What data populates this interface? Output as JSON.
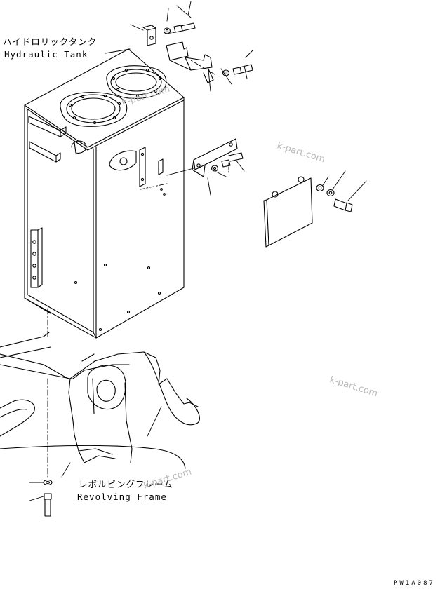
{
  "labels": {
    "hydraulic_tank_jp": "ハイドロリックタンク",
    "hydraulic_tank_en": "Hydraulic Tank",
    "revolving_frame_jp": "レボルビングフレーム",
    "revolving_frame_en": "Revolving Frame"
  },
  "watermarks": [
    "k-part.com",
    "k-part.com",
    "k-part.com",
    "k-part.com"
  ],
  "drawing_code": "PW1A087",
  "colors": {
    "line": "#000000",
    "watermark": "#b9b9b9",
    "background": "#ffffff"
  }
}
